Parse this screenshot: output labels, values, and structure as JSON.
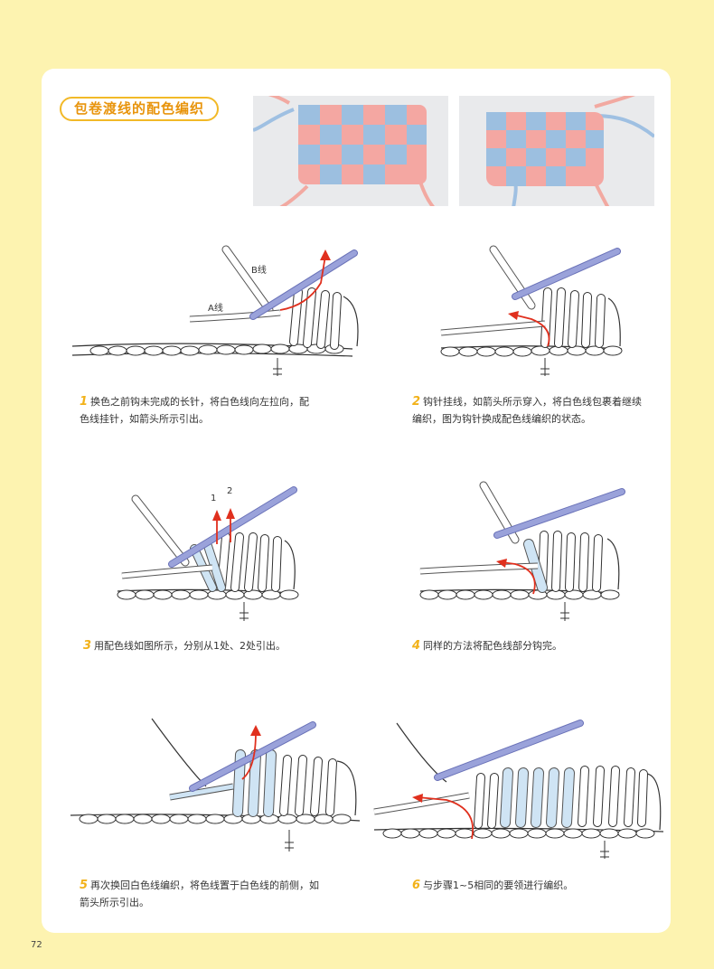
{
  "title": "包卷渡线的配色编织",
  "labels": {
    "b_yarn": "B线",
    "a_yarn": "A线",
    "n1": "1",
    "n2": "2"
  },
  "steps": [
    {
      "num": "1",
      "line1": "换色之前钩未完成的长针，将白色线向左拉向，配",
      "line2": "色线挂针，如箭头所示引出。"
    },
    {
      "num": "2",
      "line1": "钩针挂线，如箭头所示穿入，将白色线包裹着继续",
      "line2": "编织，图为钩针换成配色线编织的状态。"
    },
    {
      "num": "3",
      "line1": "用配色线如图所示，分别从1处、2处引出。",
      "line2": ""
    },
    {
      "num": "4",
      "line1": "同样的方法将配色线部分钩完。",
      "line2": ""
    },
    {
      "num": "5",
      "line1": "再次换回白色线编织，将色线置于白色线的前侧，如",
      "line2": "箭头所示引出。"
    },
    {
      "num": "6",
      "line1": "与步骤1~5相同的要领进行编织。",
      "line2": ""
    }
  ],
  "page_number": "72",
  "colors": {
    "background": "#fdf3b0",
    "accent": "#f2b21a",
    "hook": "#9aa2da",
    "arrow": "#e0301e",
    "pink_yarn": "#f4a7a2",
    "blue_yarn": "#9cbfe0"
  }
}
